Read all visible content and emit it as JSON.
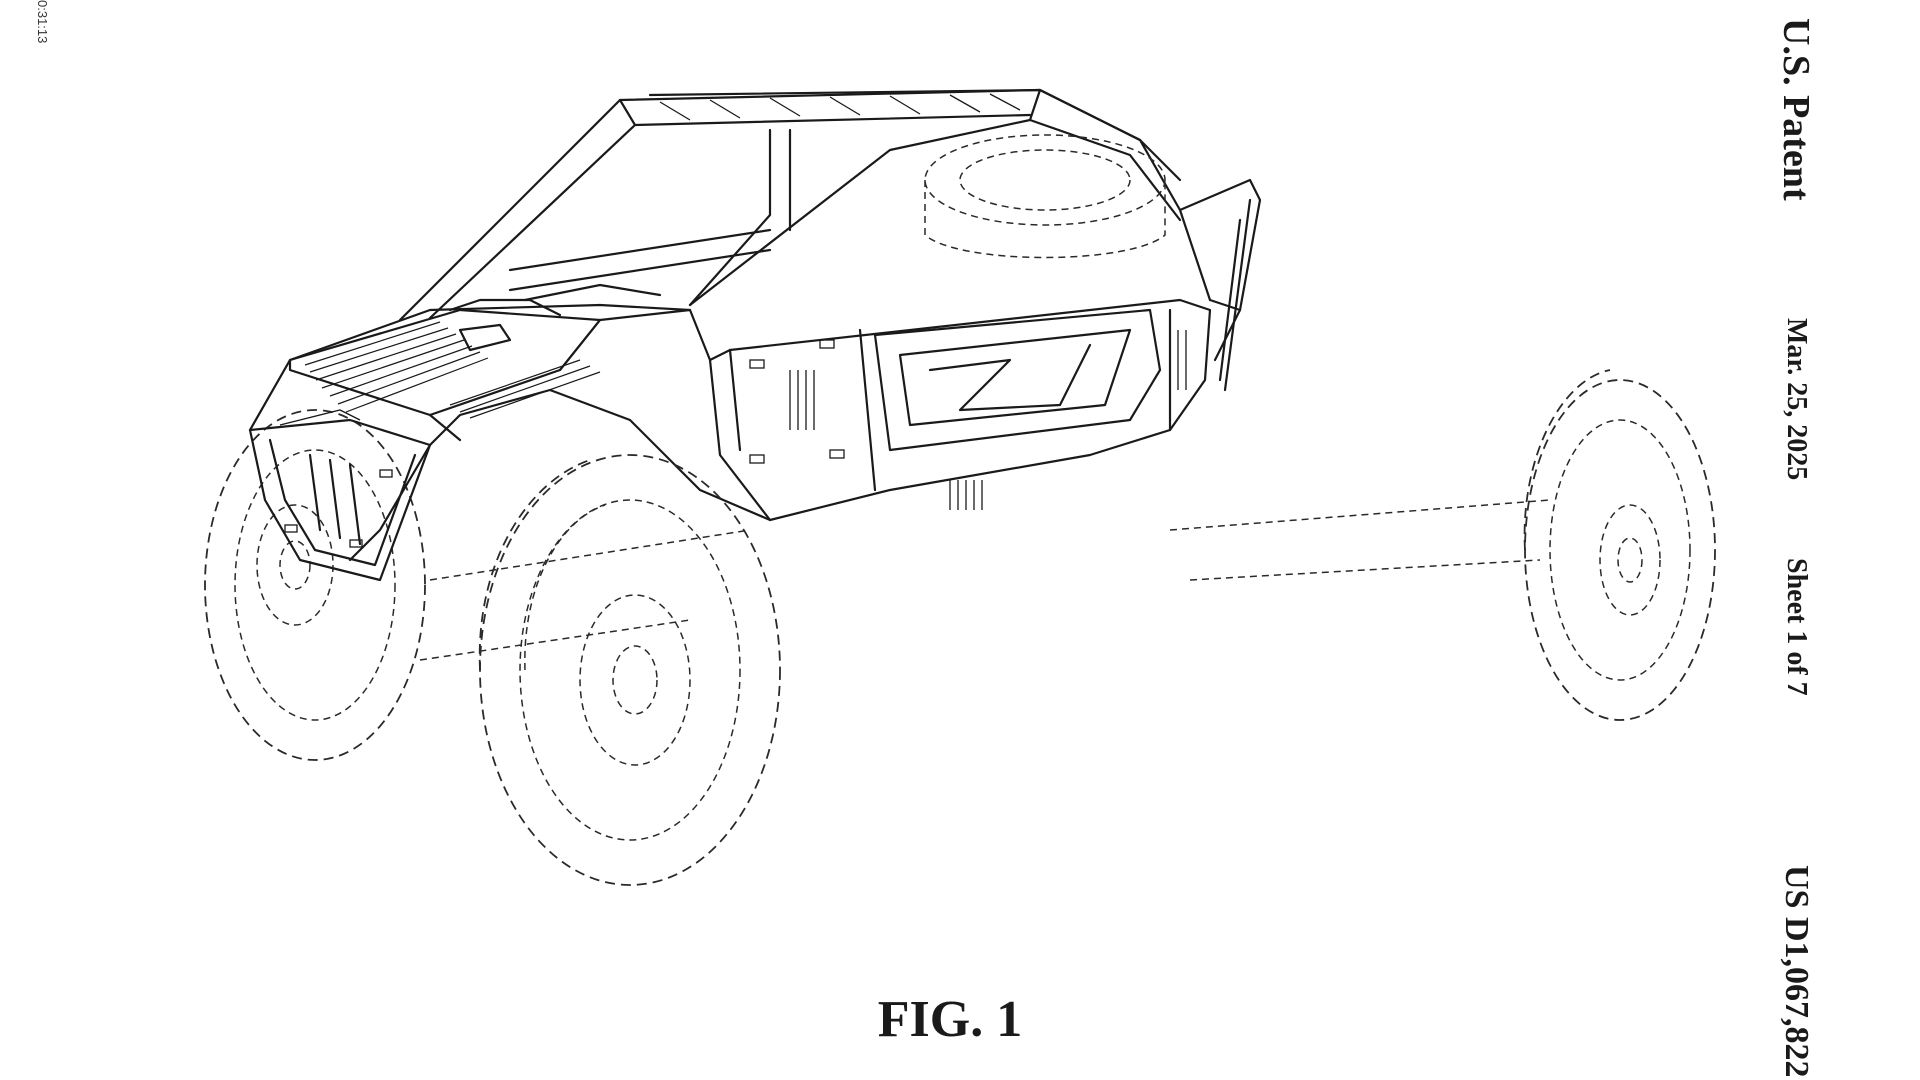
{
  "sheet": {
    "timestamp": "0:31:13",
    "patent_label": "U.S. Patent",
    "date": "Mar. 25, 2025",
    "sheet_label": "Sheet 1 of 7",
    "patent_number": "US D1,067,822"
  },
  "figure": {
    "label": "FIG. 1"
  },
  "colors": {
    "background": "#ffffff",
    "ink": "#1a1a1a"
  }
}
